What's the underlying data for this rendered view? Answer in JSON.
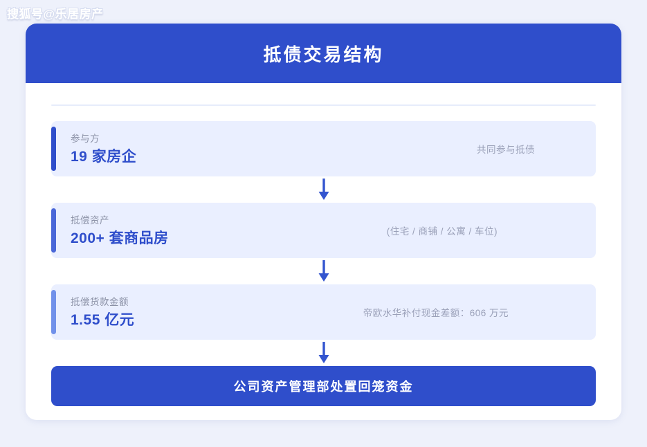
{
  "watermark": {
    "text": "搜狐号@乐居房产"
  },
  "card": {
    "header": {
      "title": "抵债交易结构"
    },
    "rows": [
      {
        "label": "参与方",
        "value": "19 家房企",
        "note": "共同参与抵债",
        "accent_color": "#2f4ecb"
      },
      {
        "label": "抵偿资产",
        "value": "200+ 套商品房",
        "note": "(住宅 / 商铺 / 公寓 / 车位)",
        "accent_color": "#4a67d8"
      },
      {
        "label": "抵偿货款金额",
        "value": "1.55 亿元",
        "note": "帝欧水华补付现金差额：606 万元",
        "accent_color": "#7191ea"
      }
    ],
    "footer": {
      "text": "公司资产管理部处置回笼资金"
    },
    "connectors": [
      {
        "name": "arrow-down-1"
      },
      {
        "name": "arrow-down-2"
      },
      {
        "name": "arrow-down-3"
      }
    ]
  },
  "colors": {
    "page_background": "#eef1fb",
    "brand_blue": "#2f4ecb",
    "row_background": "#eaefff",
    "label_gray": "#8b91a6",
    "note_gray": "#9aa0b8",
    "divider": "#e6ecfb"
  }
}
